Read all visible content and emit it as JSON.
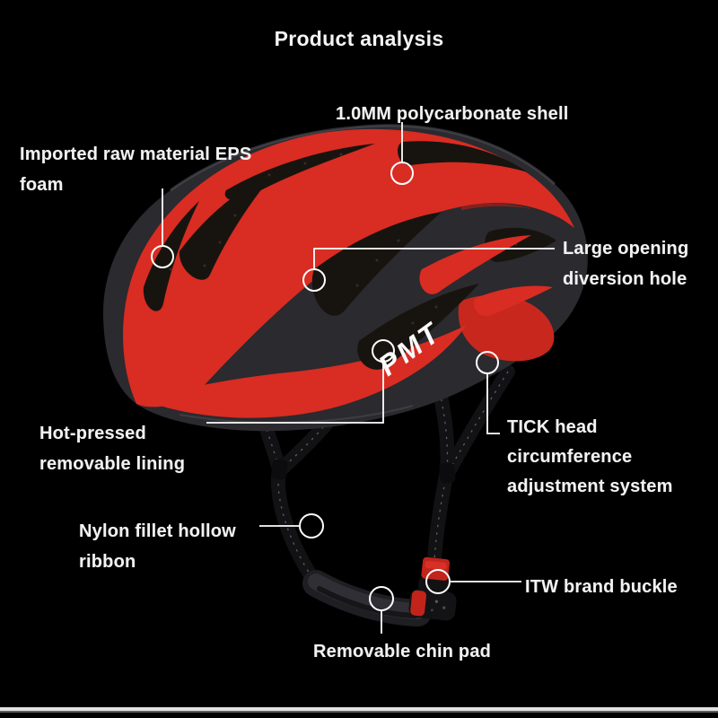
{
  "title": "Product analysis",
  "brand": {
    "logo": "PMT"
  },
  "colors": {
    "background": "#000000",
    "helmet_red": "#d92c22",
    "helmet_red_dark": "#a81f17",
    "helmet_black": "#2a2a2f",
    "helmet_highlight": "#55555e",
    "vent_dark": "#17140f",
    "strap_black": "#121215",
    "buckle_red": "#c2241b",
    "label_text": "#f2f2f2",
    "callout_line": "#ffffff",
    "bottom_bar": "#e2e2e2"
  },
  "callouts": {
    "shell": {
      "lines": [
        "1.0MM polycarbonate shell"
      ]
    },
    "eps": {
      "lines": [
        "Imported raw material EPS",
        "foam"
      ]
    },
    "diversion": {
      "lines": [
        "Large opening",
        "diversion hole"
      ]
    },
    "lining": {
      "lines": [
        "Hot-pressed",
        "removable lining"
      ]
    },
    "tick": {
      "lines": [
        "TICK head",
        "circumference",
        "adjustment system"
      ]
    },
    "ribbon": {
      "lines": [
        "Nylon fillet hollow",
        "ribbon"
      ]
    },
    "buckle": {
      "lines": [
        "ITW brand buckle"
      ]
    },
    "chinpad": {
      "lines": [
        "Removable chin pad"
      ]
    }
  }
}
